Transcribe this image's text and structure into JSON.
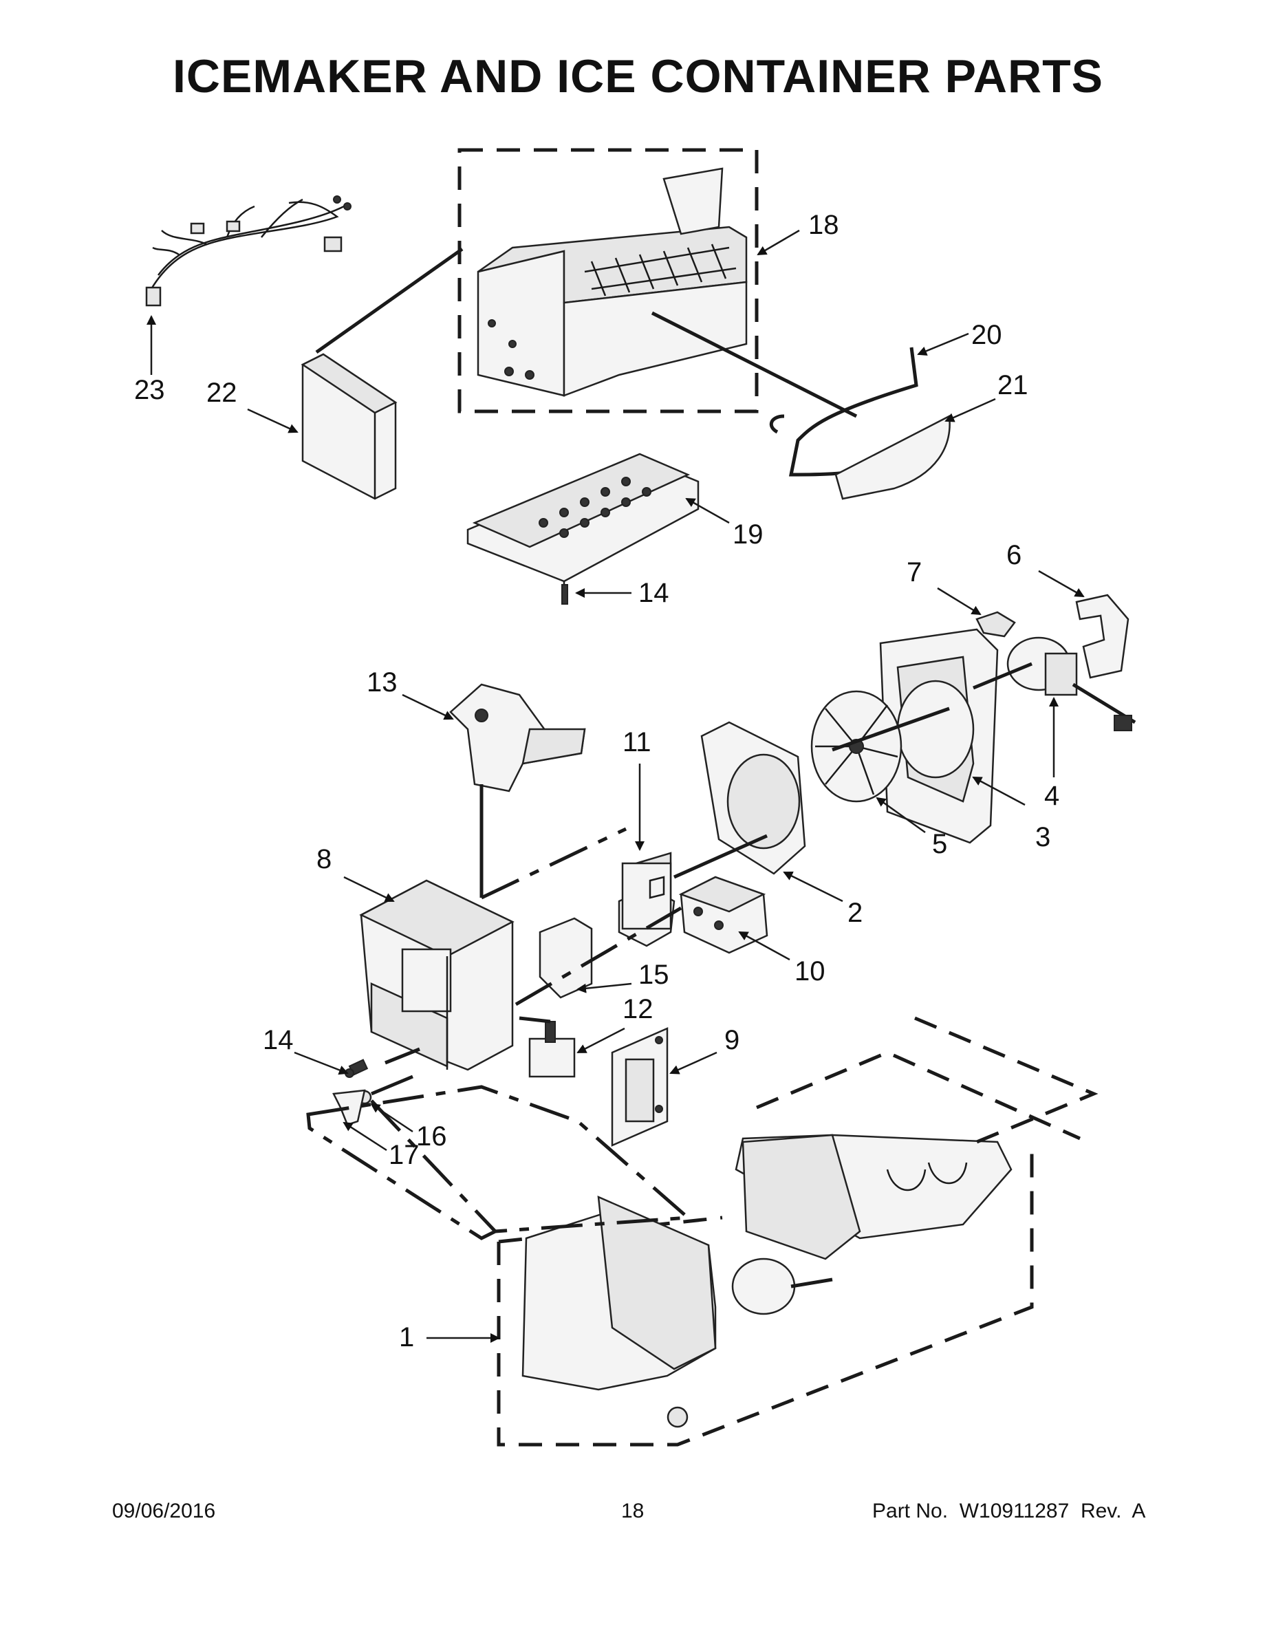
{
  "title": "ICEMAKER AND ICE CONTAINER PARTS",
  "callouts": [
    {
      "id": "c1",
      "label": "1"
    },
    {
      "id": "c2",
      "label": "2"
    },
    {
      "id": "c3",
      "label": "3"
    },
    {
      "id": "c4",
      "label": "4"
    },
    {
      "id": "c5",
      "label": "5"
    },
    {
      "id": "c6",
      "label": "6"
    },
    {
      "id": "c7",
      "label": "7"
    },
    {
      "id": "c8",
      "label": "8"
    },
    {
      "id": "c9",
      "label": "9"
    },
    {
      "id": "c10",
      "label": "10"
    },
    {
      "id": "c11",
      "label": "11"
    },
    {
      "id": "c12",
      "label": "12"
    },
    {
      "id": "c13",
      "label": "13"
    },
    {
      "id": "c14a",
      "label": "14"
    },
    {
      "id": "c14b",
      "label": "14"
    },
    {
      "id": "c15",
      "label": "15"
    },
    {
      "id": "c16",
      "label": "16"
    },
    {
      "id": "c17",
      "label": "17"
    },
    {
      "id": "c18",
      "label": "18"
    },
    {
      "id": "c19",
      "label": "19"
    },
    {
      "id": "c20",
      "label": "20"
    },
    {
      "id": "c21",
      "label": "21"
    },
    {
      "id": "c22",
      "label": "22"
    },
    {
      "id": "c23",
      "label": "23"
    }
  ],
  "footer": {
    "date": "09/06/2016",
    "page": "18",
    "part_no": "Part No.  W10911287  Rev.  A"
  }
}
